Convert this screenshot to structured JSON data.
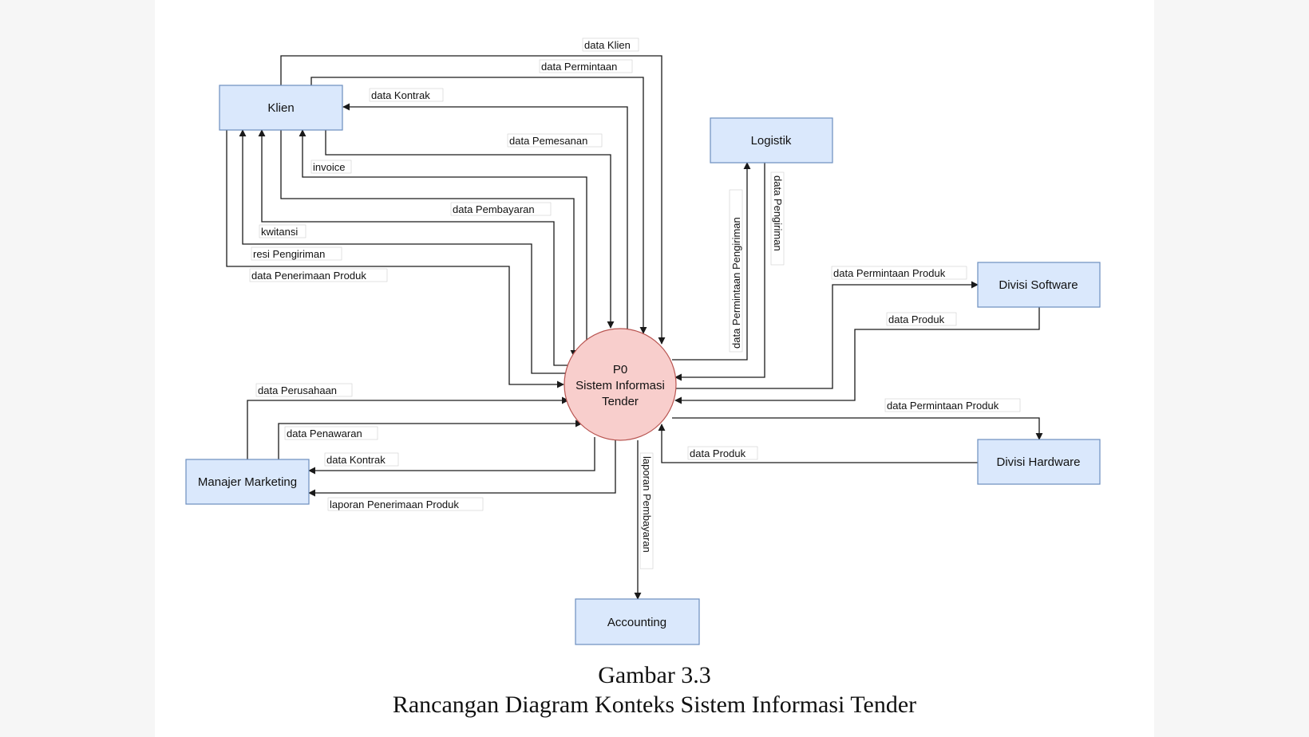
{
  "nodes": {
    "klien": "Klien",
    "logistik": "Logistik",
    "software": "Divisi Software",
    "hardware": "Divisi Hardware",
    "marketing": "Manajer Marketing",
    "accounting": "Accounting",
    "process": [
      "P0",
      "Sistem Informasi",
      "Tender"
    ]
  },
  "flows": {
    "klien_data_klien": "data Klien",
    "klien_data_permintaan": "data Permintaan",
    "klien_data_kontrak": "data Kontrak",
    "klien_data_pemesanan": "data Pemesanan",
    "klien_invoice": "invoice",
    "klien_data_pembayaran": "data Pembayaran",
    "klien_kwitansi": "kwitansi",
    "klien_resi": "resi Pengiriman",
    "klien_penerimaan": "data Penerimaan Produk",
    "logistik_permintaan": "data Permintaan Pengiriman",
    "logistik_pengiriman": "data Pengiriman",
    "software_permintaan": "data Permintaan Produk",
    "software_produk": "data Produk",
    "hardware_permintaan": "data Permintaan Produk",
    "hardware_produk": "data Produk",
    "marketing_perusahaan": "data Perusahaan",
    "marketing_penawaran": "data Penawaran",
    "marketing_kontrak": "data Kontrak",
    "marketing_penerimaan": "laporan Penerimaan Produk",
    "accounting_laporan": "laporan Pembayaran"
  },
  "caption": {
    "line1": "Gambar 3.3",
    "line2": "Rancangan Diagram Konteks Sistem Informasi Tender"
  }
}
